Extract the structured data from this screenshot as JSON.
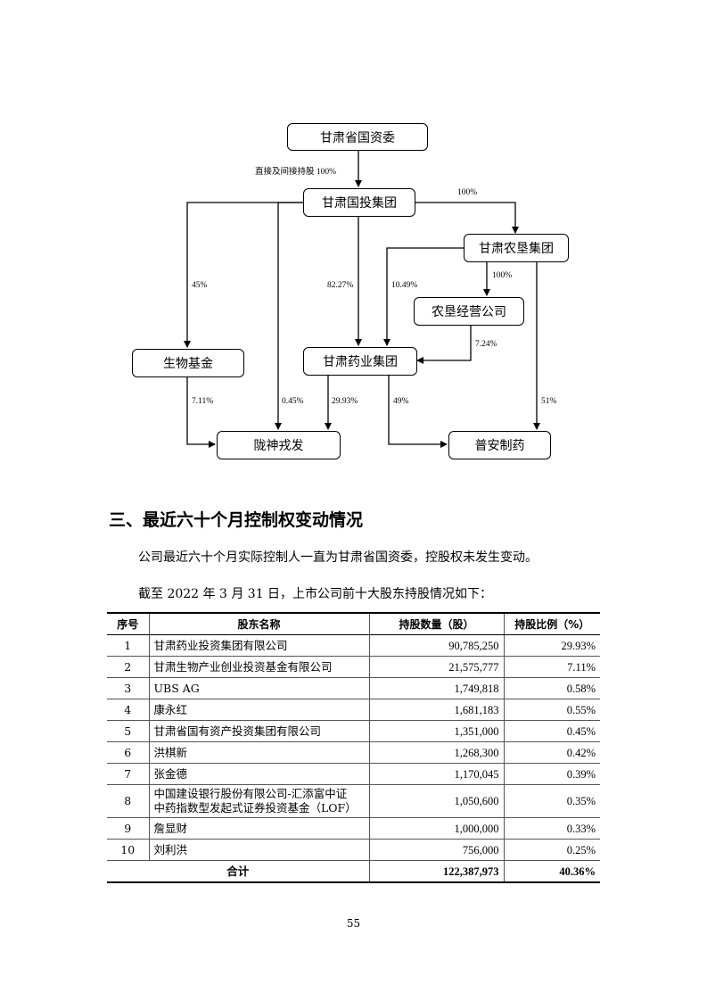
{
  "diagram": {
    "nodes": {
      "sasac": "甘肃省国资委",
      "gtgroup": "甘肃国投集团",
      "nongken": "甘肃农垦集团",
      "nkjy": "农垦经营公司",
      "bio": "生物基金",
      "pharma": "甘肃药业集团",
      "longshen": "陇神戎发",
      "puan": "普安制药"
    },
    "labels": {
      "sasac_gt": "直接及间接持股 100%",
      "gt_nongken": "100%",
      "gt_bio": "45%",
      "gt_pharma": "82.27%",
      "nongken_pharma": "10.49%",
      "nongken_nkjy": "100%",
      "nkjy_pharma": "7.24%",
      "bio_longshen": "7.11%",
      "gt_longshen": "0.45%",
      "pharma_longshen": "29.93%",
      "pharma_puan": "49%",
      "nongken_puan": "51%"
    }
  },
  "section": {
    "heading": "三、最近六十个月控制权变动情况",
    "para1": "公司最近六十个月实际控制人一直为甘肃省国资委，控股权未发生变动。",
    "para2": "截至 2022 年 3 月 31 日，上市公司前十大股东持股情况如下："
  },
  "table": {
    "headers": [
      "序号",
      "股东名称",
      "持股数量（股）",
      "持股比例（%）"
    ],
    "rows": [
      {
        "no": "1",
        "name": "甘肃药业投资集团有限公司",
        "name2": "",
        "shares": "90,785,250",
        "ratio": "29.93%"
      },
      {
        "no": "2",
        "name": "甘肃生物产业创业投资基金有限公司",
        "name2": "",
        "shares": "21,575,777",
        "ratio": "7.11%"
      },
      {
        "no": "3",
        "name": "UBS AG",
        "name2": "",
        "shares": "1,749,818",
        "ratio": "0.58%"
      },
      {
        "no": "4",
        "name": "康永红",
        "name2": "",
        "shares": "1,681,183",
        "ratio": "0.55%"
      },
      {
        "no": "5",
        "name": "甘肃省国有资产投资集团有限公司",
        "name2": "",
        "shares": "1,351,000",
        "ratio": "0.45%"
      },
      {
        "no": "6",
        "name": "洪棋新",
        "name2": "",
        "shares": "1,268,300",
        "ratio": "0.42%"
      },
      {
        "no": "7",
        "name": "张金德",
        "name2": "",
        "shares": "1,170,045",
        "ratio": "0.39%"
      },
      {
        "no": "8",
        "name": "中国建设银行股份有限公司-汇添富中证",
        "name2": "中药指数型发起式证券投资基金（LOF）",
        "shares": "1,050,600",
        "ratio": "0.35%"
      },
      {
        "no": "9",
        "name": "詹显财",
        "name2": "",
        "shares": "1,000,000",
        "ratio": "0.33%"
      },
      {
        "no": "10",
        "name": "刘利洪",
        "name2": "",
        "shares": "756,000",
        "ratio": "0.25%"
      }
    ],
    "total": {
      "label": "合计",
      "shares": "122,387,973",
      "ratio": "40.36%"
    }
  },
  "page_number": "55"
}
